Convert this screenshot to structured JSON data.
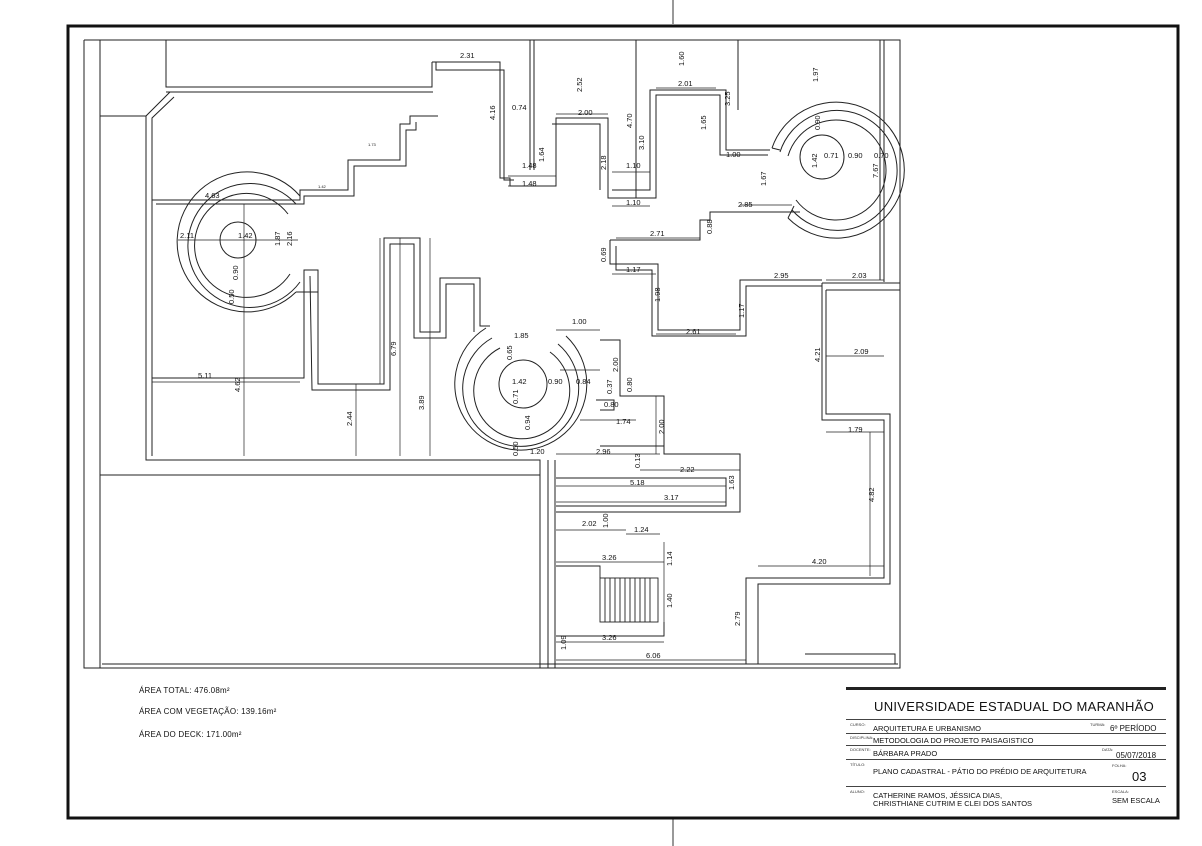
{
  "drawing": {
    "dimensions": [
      "2.31",
      "0.74",
      "4.16",
      "2.52",
      "4.70",
      "1.60",
      "2.01",
      "3.25",
      "1.97",
      "2.00",
      "1.65",
      "3.10",
      "1.64",
      "1.48",
      "1.48",
      "2.18",
      "1.10",
      "1.10",
      "1.00",
      "0.90",
      "0.71",
      "0.90",
      "0.70",
      "1.42",
      "1.67",
      "7.67",
      "2.85",
      "0.88",
      "2.71",
      "0.69",
      "1.17",
      "1.98",
      "2.95",
      "2.03",
      "1.17",
      "2.61",
      "4.63",
      "1.42",
      "2.11",
      "1.87",
      "2.16",
      "0.90",
      "0.50",
      "1.73",
      "1.42",
      "5.11",
      "4.62",
      "2.44",
      "3.89",
      "6.79",
      "1.00",
      "1.85",
      "0.65",
      "1.42",
      "0.90",
      "0.84",
      "2.00",
      "0.37",
      "0.80",
      "0.80",
      "0.71",
      "0.94",
      "1.74",
      "0.50",
      "1.20",
      "2.96",
      "2.00",
      "0.13",
      "2.22",
      "5.18",
      "1.63",
      "3.17",
      "2.02",
      "1.00",
      "1.24",
      "3.26",
      "1.14",
      "1.40",
      "3.26",
      "1.09",
      "6.06",
      "2.79",
      "4.20",
      "4.82",
      "1.79",
      "2.09",
      "4.21"
    ]
  },
  "notes": {
    "total_area": "ÁREA TOTAL: 476.08m²",
    "vegetation_area": "ÁREA COM VEGETAÇÃO: 139.16m²",
    "deck_area": "ÁREA DO DECK: 171.00m²"
  },
  "title_block": {
    "university": "UNIVERSIDADE ESTADUAL DO MARANHÃO",
    "course_key": "CURSO:",
    "course": "ARQUITETURA E URBANISMO",
    "class_key": "TURMA:",
    "class": "6º PERÍODO",
    "discipline_key": "DISCIPLINA:",
    "discipline": "METODOLOGIA DO PROJETO PAISAGISTICO",
    "teacher_key": "DOCENTE:",
    "teacher": "BÁRBARA PRADO",
    "date_key": "DATA:",
    "date": "05/07/2018",
    "title_key": "TÍTULO:",
    "title": "PLANO CADASTRAL - PÁTIO DO PRÉDIO DE ARQUITETURA",
    "sheet_key": "FOLHA:",
    "sheet": "03",
    "students_key": "ALUNO:",
    "students_line1": "CATHERINE RAMOS, JÉSSICA DIAS,",
    "students_line2": "CHRISTHIANE CUTRIM E CLEI DOS SANTOS",
    "scale_key": "ESCALA:",
    "scale": "SEM ESCALA"
  }
}
